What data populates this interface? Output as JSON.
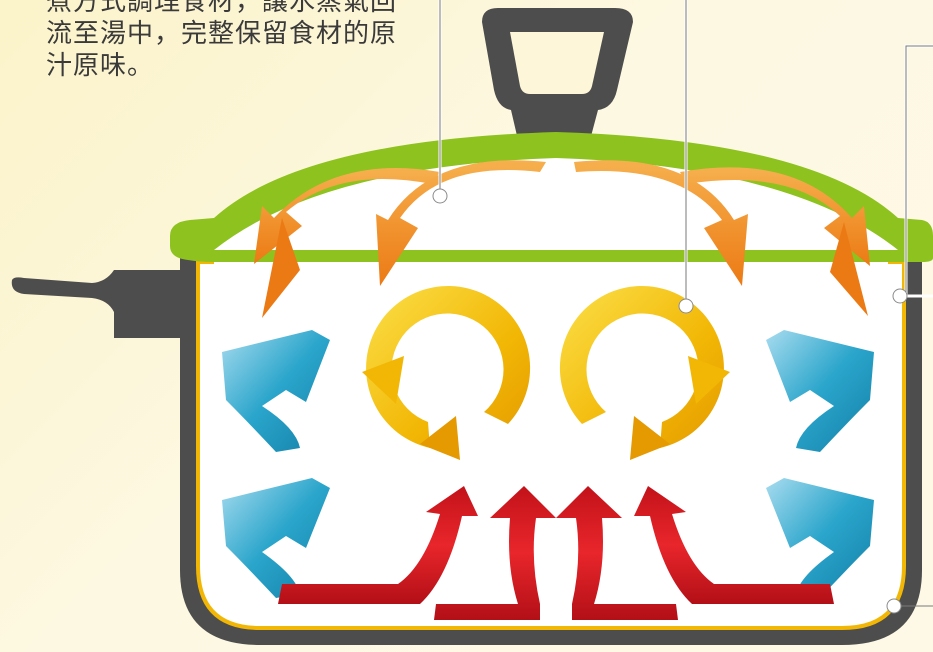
{
  "caption": {
    "line1": "煮方式調理食材，讓水蒸氣回",
    "line2": "流至湯中，完整保留食材的原",
    "line3": "汁原味。"
  },
  "colors": {
    "pot_body": "#4d4d4d",
    "lid": "#8dc21f",
    "heat_line": "#f7c10c",
    "steam_orange": "#f08a1e",
    "swirl_yellow": "#f2b705",
    "flow_blue": "#29a3c8",
    "heat_red": "#d9161d",
    "background": "#fdf6d8"
  },
  "icons": {
    "steam": "curved-arrow-icon",
    "swirl": "circular-arrow-icon",
    "flow": "folded-arrow-icon",
    "heat": "upward-arrow-icon"
  }
}
